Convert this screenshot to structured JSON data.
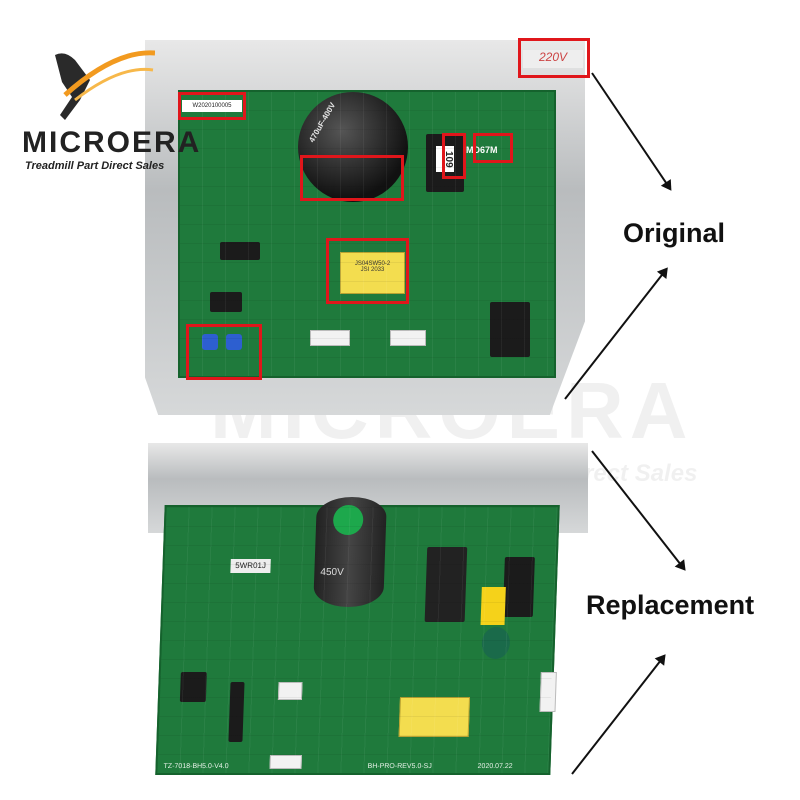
{
  "logo": {
    "brand": "MICROERA",
    "tagline": "Treadmill Part Direct Sales",
    "colors": {
      "swoosh": "#f29a1f",
      "text": "#222222"
    }
  },
  "original": {
    "heading": "Original",
    "labels": {
      "voltage": "220V",
      "serial": "W2020100005",
      "relay": "109",
      "chip": "MD67M",
      "capacitor": "470uF-400V",
      "transformer_line1": "JS04SW50-2",
      "transformer_line2": "JSI  2033"
    }
  },
  "replacement": {
    "heading": "Replacement",
    "labels": {
      "resistor": "5WR01J",
      "board_id": "TZ-7018-BH5.0-V4.0",
      "revision": "BH-PRO-REV5.0-SJ",
      "date": "2020.07.22",
      "capacitor": "450V"
    }
  },
  "watermark": {
    "brand": "MICROERA",
    "tagline": "Direct Sales"
  },
  "colors": {
    "highlight": "#e0161b",
    "pcb": "#1f7a3c"
  }
}
